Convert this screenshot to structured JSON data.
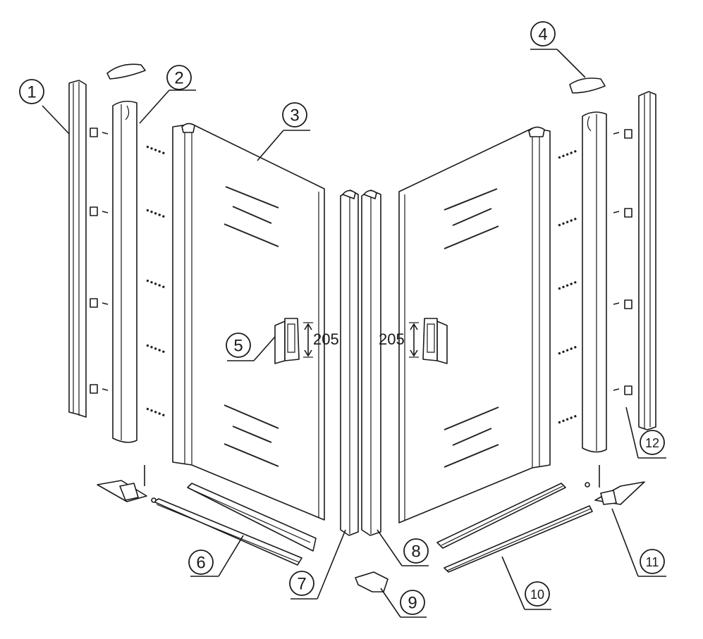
{
  "diagram": {
    "callouts": [
      {
        "id": "1",
        "label": "1"
      },
      {
        "id": "2",
        "label": "2"
      },
      {
        "id": "3",
        "label": "3"
      },
      {
        "id": "4",
        "label": "4"
      },
      {
        "id": "5",
        "label": "5"
      },
      {
        "id": "6",
        "label": "6"
      },
      {
        "id": "7",
        "label": "7"
      },
      {
        "id": "8",
        "label": "8"
      },
      {
        "id": "9",
        "label": "9"
      },
      {
        "id": "10",
        "label": "10"
      },
      {
        "id": "11",
        "label": "11"
      },
      {
        "id": "12",
        "label": "12"
      }
    ],
    "dimension_left": "205",
    "dimension_right": "205"
  }
}
